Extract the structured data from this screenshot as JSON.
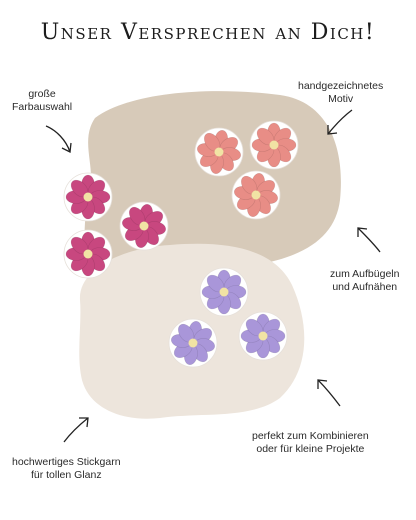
{
  "title": "Unser Versprechen an Dich!",
  "notes": [
    {
      "lines": [
        "große",
        "Farbauswahl"
      ]
    },
    {
      "lines": [
        "handgezeichnetes",
        "Motiv"
      ]
    },
    {
      "lines": [
        "zum Aufbügeln",
        "und Aufnähen"
      ]
    },
    {
      "lines": [
        "perfekt zum Kombinieren",
        "oder für kleine Projekte"
      ]
    },
    {
      "lines": [
        "hochwertiges Stickgarn",
        "für tollen Glanz"
      ]
    }
  ],
  "colors": {
    "blob_dark": "#d7cab9",
    "blob_light": "#ede5dc",
    "pink": "#c8477f",
    "salmon": "#e88d86",
    "lavender": "#a996d9",
    "center": "#f1e3a4"
  }
}
